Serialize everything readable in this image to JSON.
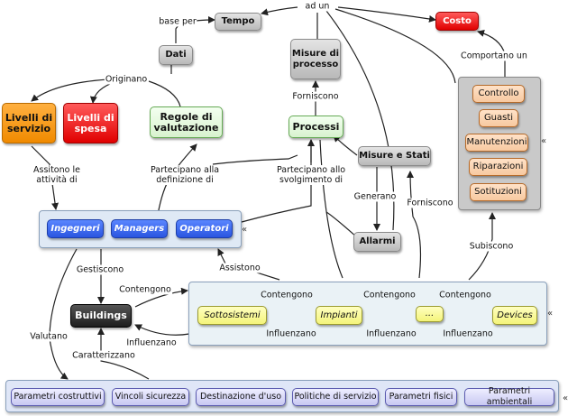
{
  "nodes": {
    "tempo": "Tempo",
    "costo": "Costo",
    "dati": "Dati",
    "misure_processo": "Misure di processo",
    "livelli_servizio": "Livelli di servizio",
    "livelli_spesa": "Livelli di spesa",
    "regole": "Regole di valutazione",
    "processi": "Processi",
    "misure_stati": "Misure e Stati",
    "allarmi": "Allarmi",
    "buildings": "Buildings"
  },
  "cost_items": [
    "Controllo",
    "Guasti",
    "Manutenzioni",
    "Riparazioni",
    "Sotituzioni"
  ],
  "people": [
    "Ingegneri",
    "Managers",
    "Operatori"
  ],
  "components": [
    "Sottosistemi",
    "Impianti",
    "...",
    "Devices"
  ],
  "params": [
    "Parametri costruttivi",
    "Vincoli sicurezza",
    "Destinazione d'uso",
    "Politiche di servizio",
    "Parametri fisici",
    "Parametri ambientali"
  ],
  "labels": {
    "ad_un": "ad un",
    "base_per": "base per",
    "comportano_un": "Comportano un",
    "originano": "Originano",
    "forniscono_1": "Forniscono",
    "assitono": "Assitono le attività di",
    "partecipano_def": "Partecipano alla definizione di",
    "partecipano_svo": "Partecipano allo svolgimento di",
    "generano": "Generano",
    "forniscono_2": "Forniscono",
    "subiscono": "Subiscono",
    "assistono": "Assistono",
    "gestiscono": "Gestiscono",
    "contengono_main": "Contengono",
    "influenzano_main": "Influenzano",
    "valutano": "Valutano",
    "caratterizzano": "Caratterizzano",
    "contengono_1": "Contengono",
    "contengono_2": "Contengono",
    "contengono_3": "Contengono",
    "influenzano_1": "Influenzano",
    "influenzano_2": "Influenzano",
    "influenzano_3": "Influenzano"
  },
  "expand_glyph": "«"
}
